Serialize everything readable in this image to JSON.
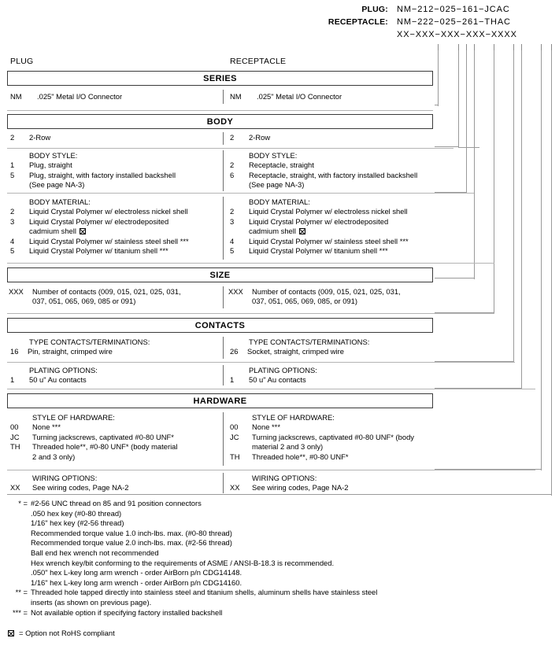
{
  "part_numbers": {
    "plug": {
      "label": "PLUG:",
      "value": "NM−212−025−161−JCAC"
    },
    "receptacle": {
      "label": "RECEPTACLE:",
      "value": "NM−222−025−261−THAC"
    },
    "template": "XX−XXX−XXX−XXX−XXXX"
  },
  "columns": {
    "left": "PLUG",
    "right": "RECEPTACLE"
  },
  "sections": [
    {
      "banner": "SERIES",
      "groups": [
        {
          "header": null,
          "left": [
            {
              "code": "NM",
              "text": ".025\" Metal I/O Connector"
            }
          ],
          "right": [
            {
              "code": "NM",
              "text": ".025\" Metal I/O Connector"
            }
          ]
        }
      ]
    },
    {
      "banner": "BODY",
      "groups": [
        {
          "header": null,
          "left": [
            {
              "code": "2",
              "text": "2-Row"
            }
          ],
          "right": [
            {
              "code": "2",
              "text": "2-Row"
            }
          ]
        },
        {
          "header": "BODY STYLE:",
          "left": [
            {
              "code": "1",
              "text": "Plug, straight"
            },
            {
              "code": "5",
              "text": "Plug, straight, with factory installed backshell"
            },
            {
              "code": "",
              "text": "(See page NA-3)"
            }
          ],
          "right": [
            {
              "code": "2",
              "text": "Receptacle, straight"
            },
            {
              "code": "6",
              "text": "Receptacle, straight, with factory installed backshell"
            },
            {
              "code": "",
              "text": "(See page NA-3)"
            }
          ]
        },
        {
          "header": "BODY MATERIAL:",
          "left": [
            {
              "code": "2",
              "text": "Liquid Crystal Polymer w/ electroless nickel shell"
            },
            {
              "code": "3",
              "text": "Liquid Crystal Polymer w/ electrodeposited"
            },
            {
              "code": "",
              "text": "cadmium shell",
              "rohs": true
            },
            {
              "code": "4",
              "text": "Liquid Crystal Polymer w/ stainless steel shell ***"
            },
            {
              "code": "5",
              "text": "Liquid Crystal Polymer w/ titanium shell ***"
            }
          ],
          "right": [
            {
              "code": "2",
              "text": "Liquid Crystal Polymer w/ electroless nickel shell"
            },
            {
              "code": "3",
              "text": "Liquid Crystal Polymer w/ electrodeposited"
            },
            {
              "code": "",
              "text": "cadmium shell",
              "rohs": true
            },
            {
              "code": "4",
              "text": "Liquid Crystal Polymer w/ stainless steel shell ***"
            },
            {
              "code": "5",
              "text": "Liquid Crystal Polymer w/ titanium shell ***"
            }
          ]
        }
      ]
    },
    {
      "banner": "SIZE",
      "groups": [
        {
          "header": null,
          "left": [
            {
              "code": "XXX",
              "text": "Number of contacts (009, 015, 021, 025, 031,"
            },
            {
              "code": "",
              "text": "037, 051, 065, 069, 085 or 091)"
            }
          ],
          "right": [
            {
              "code": "XXX",
              "text": "Number of contacts (009, 015, 021, 025, 031,"
            },
            {
              "code": "",
              "text": "037, 051, 065, 069, 085, or 091)"
            }
          ]
        }
      ]
    },
    {
      "banner": "CONTACTS",
      "groups": [
        {
          "header": "TYPE CONTACTS/TERMINATIONS:",
          "left": [
            {
              "code": "16",
              "text": "Pin, straight, crimped wire"
            }
          ],
          "right": [
            {
              "code": "26",
              "text": "Socket, straight, crimped wire"
            }
          ]
        },
        {
          "header": "PLATING OPTIONS:",
          "left": [
            {
              "code": "1",
              "text": "50 u\" Au contacts"
            }
          ],
          "right": [
            {
              "code": "1",
              "text": "50 u\" Au contacts"
            }
          ]
        }
      ]
    },
    {
      "banner": "HARDWARE",
      "groups": [
        {
          "header": "STYLE OF HARDWARE:",
          "left": [
            {
              "code": "00",
              "text": "None ***"
            },
            {
              "code": "JC",
              "text": "Turning jackscrews, captivated #0-80 UNF*"
            },
            {
              "code": "TH",
              "text": "Threaded hole**, #0-80 UNF* (body material"
            },
            {
              "code": "",
              "text": "2 and 3 only)"
            }
          ],
          "right": [
            {
              "code": "00",
              "text": "None ***"
            },
            {
              "code": "JC",
              "text": "Turning jackscrews, captivated #0-80 UNF* (body"
            },
            {
              "code": "",
              "text": "material 2 and 3 only)"
            },
            {
              "code": "TH",
              "text": "Threaded hole**, #0-80 UNF*"
            }
          ]
        },
        {
          "header": "WIRING OPTIONS:",
          "left": [
            {
              "code": "XX",
              "text": "See wiring codes, Page NA-2"
            }
          ],
          "right": [
            {
              "code": "XX",
              "text": "See wiring codes, Page NA-2"
            }
          ]
        }
      ]
    }
  ],
  "footnotes": {
    "star": {
      "mark": "* =",
      "first": "#2-56 UNC thread on 85 and 91 position connectors",
      "lines": [
        ".050 hex key (#0-80 thread)",
        "1/16\" hex key (#2-56 thread)",
        "Recommended torque value 1.0 inch-lbs. max. (#0-80 thread)",
        "Recommended torque value 2.0 inch-lbs. max. (#2-56 thread)",
        "Ball end hex wrench not recommended",
        "Hex wrench key/bit conforming to the requirements of ASME / ANSI-B-18.3 is recommended.",
        ".050\" hex L-key long arm wrench - order AirBorn p/n CDG14148.",
        "1/16\" hex L-key long arm wrench - order AirBorn p/n CDG14160."
      ]
    },
    "dstar": {
      "mark": "** =",
      "first": "Threaded hole tapped directly into stainless steel and titanium shells, aluminum shells have stainless steel",
      "lines": [
        "inserts (as shown on previous page)."
      ]
    },
    "tstar": {
      "mark": "*** =",
      "first": "Not available option if specifying factory installed backshell",
      "lines": []
    },
    "rohs": {
      "text": "= Option not RoHS compliant"
    }
  },
  "colors": {
    "banner_border": "#3a3a3a",
    "rule": "#b4b4b4",
    "leader": "#9a9a9a"
  }
}
